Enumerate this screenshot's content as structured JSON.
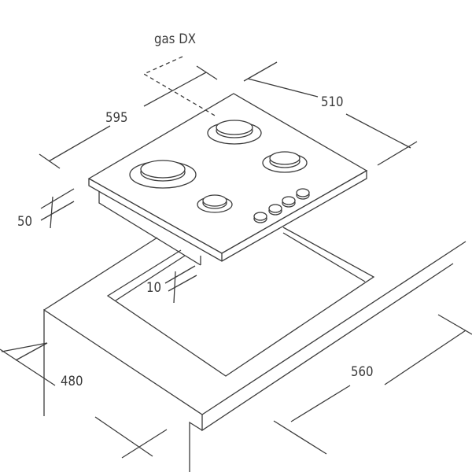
{
  "labels": {
    "gas": "gas DX",
    "width_hob": "595",
    "depth_hob": "510",
    "height_hob": "50",
    "cutout_gap": "10",
    "cutout_depth": "480",
    "cutout_width": "560"
  },
  "colors": {
    "line": "#3c3c3c",
    "background": "#ffffff"
  }
}
